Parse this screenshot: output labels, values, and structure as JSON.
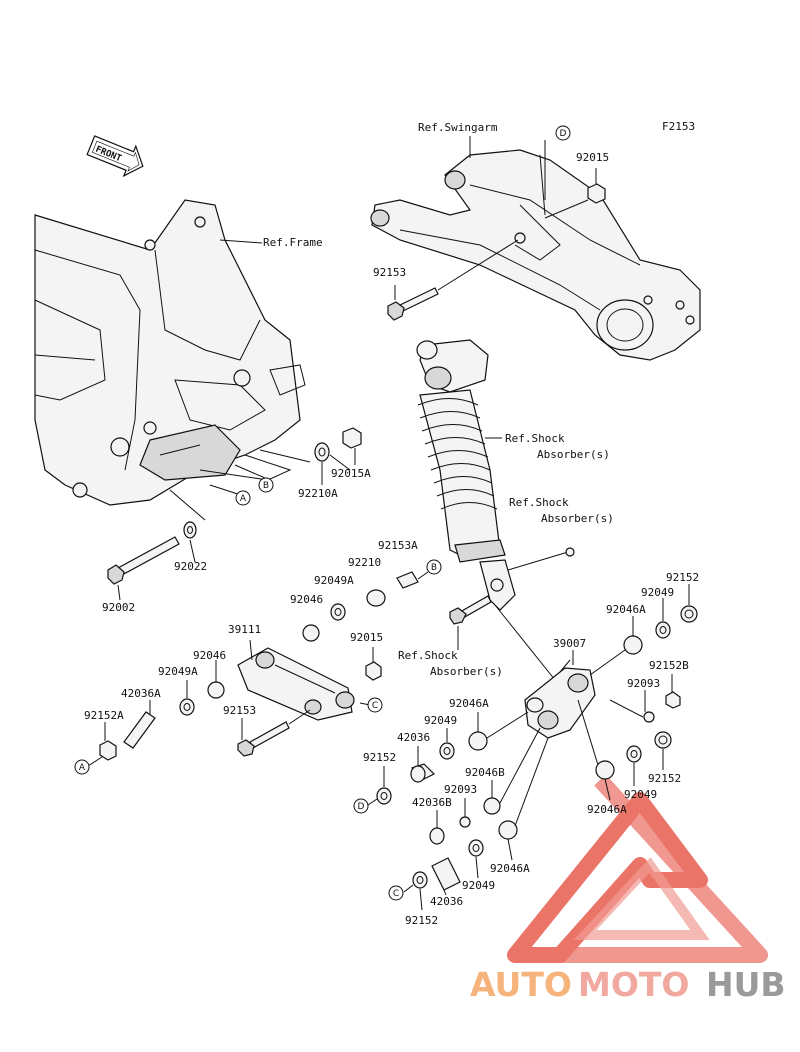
{
  "diagram": {
    "code": "F2153",
    "front_label": "FRONT",
    "refs": {
      "swingarm": "Ref.Swingarm",
      "frame": "Ref.Frame",
      "shock1_l1": "Ref.Shock",
      "shock1_l2": "Absorber(s)",
      "shock2_l1": "Ref.Shock",
      "shock2_l2": "Absorber(s)",
      "shock3_l1": "Ref.Shock",
      "shock3_l2": "Absorber(s)"
    },
    "parts": {
      "p92015_top": "92015",
      "p92153_top": "92153",
      "p92015A": "92015A",
      "p92210A": "92210A",
      "p92022": "92022",
      "p92002": "92002",
      "p92153A": "92153A",
      "p92210": "92210",
      "p92049A": "92049A",
      "p92046": "92046",
      "p39111": "39111",
      "p92015_mid": "92015",
      "p92046_b": "92046",
      "p92049A_b": "92049A",
      "p42036A": "42036A",
      "p92152A": "92152A",
      "p92153_mid": "92153",
      "p92152_r1": "92152",
      "p92049_r1": "92049",
      "p92046A_r1": "92046A",
      "p39007": "39007",
      "p92152B": "92152B",
      "p92093_r": "92093",
      "p92046A_c1": "92046A",
      "p92049_c1": "92049",
      "p42036_c1": "42036",
      "p92152_c1": "92152",
      "p92152_r2": "92152",
      "p92049_r2": "92049",
      "p92046A_r2": "92046A",
      "p92046B": "92046B",
      "p92093_c": "92093",
      "p42036B": "42036B",
      "p92049_c2": "92049",
      "p92046A_c2": "92046A",
      "p42036_c2": "42036",
      "p92152_c2": "92152"
    },
    "callouts": {
      "A": "A",
      "B": "B",
      "C": "C",
      "D": "D"
    }
  },
  "watermark": {
    "auto": "AUTO",
    "moto": "MOTO",
    "hub": "HUB"
  },
  "colors": {
    "watermark_red": "#e85c50",
    "watermark_orange": "#f6b37b",
    "watermark_grey": "#9a9a9a"
  }
}
